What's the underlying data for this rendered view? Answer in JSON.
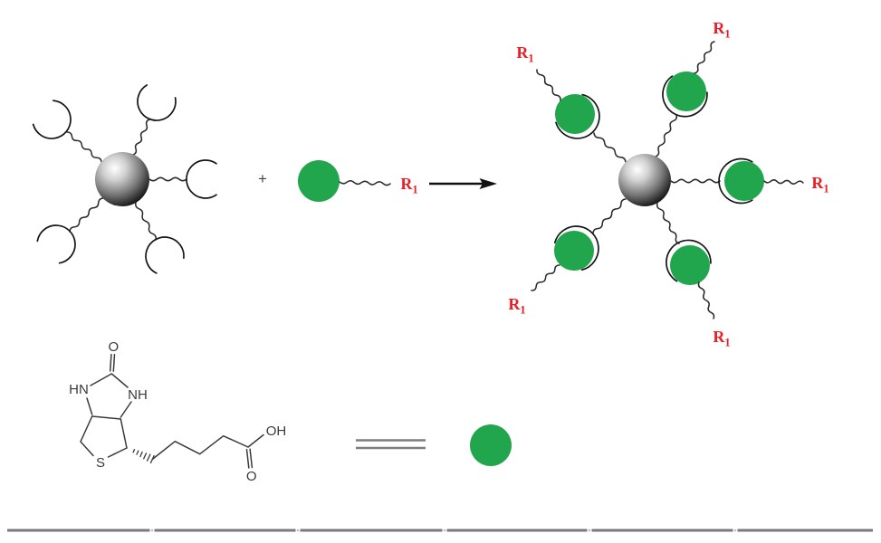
{
  "figure": {
    "kind": "bioconjugation-reaction-scheme",
    "plus": "+",
    "r_group": {
      "base": "R",
      "sub": "1"
    }
  },
  "biotin_structure": {
    "o_carbonyl": "O",
    "n_left": "HN",
    "n_right": "NH",
    "sulfur": "S",
    "o_acid": "O",
    "hydroxyl": "OH"
  },
  "colors": {
    "biotin_green": "#21A54D",
    "r_label_red": "#EC1C24",
    "chain_black": "#2a2a2a",
    "rule_gray": "#7a7a7a",
    "bond_gray": "#3a3a3a"
  }
}
